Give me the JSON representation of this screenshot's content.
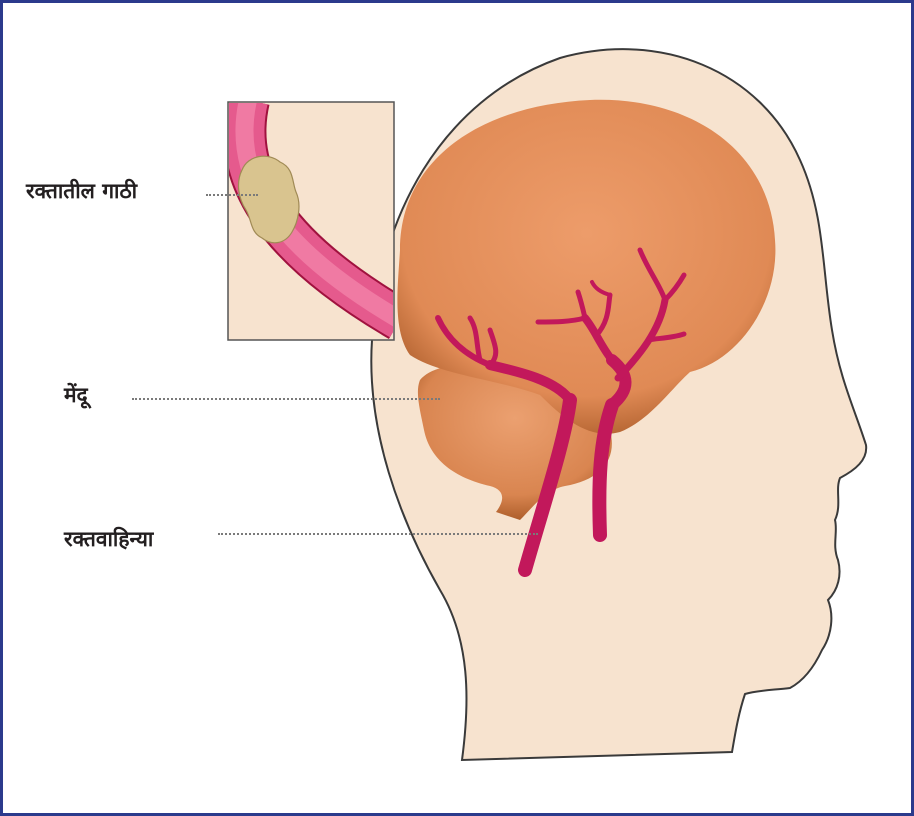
{
  "labels": {
    "clot": "रक्तातील गाठी",
    "brain": "मेंदू",
    "vessels": "रक्तवाहिन्या"
  },
  "colors": {
    "frame": "#2b3a8c",
    "skin": "#f7e3cf",
    "brain": "#e5925f",
    "brain_shadow": "#b0602c",
    "vessel": "#c2185b",
    "clot": "#d9c48f",
    "inset_bg": "#f7e3cf"
  }
}
